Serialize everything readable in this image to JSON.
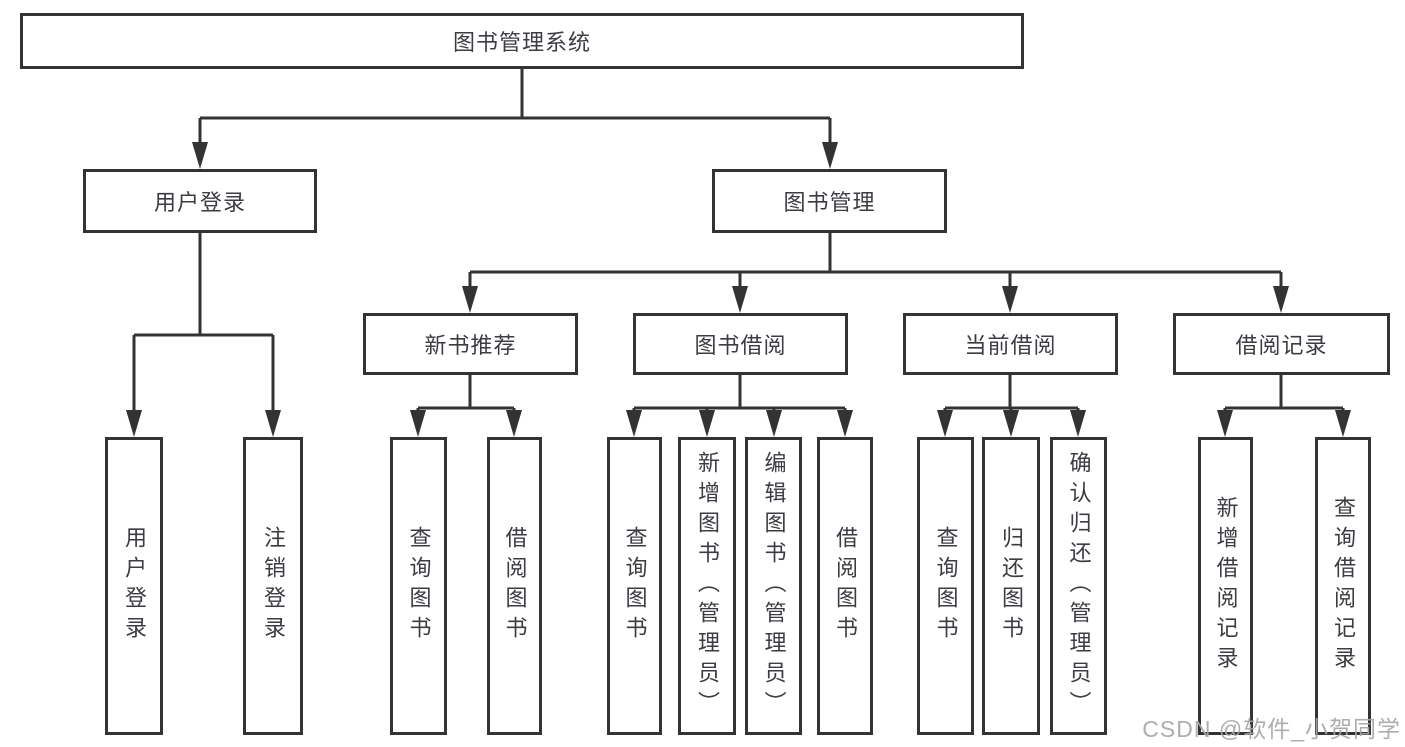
{
  "diagram": {
    "title": "图书管理系统",
    "level2": {
      "user_login": "用户登录",
      "book_management": "图书管理"
    },
    "level3": {
      "new_book_recommend": "新书推荐",
      "book_borrow": "图书借阅",
      "current_borrow": "当前借阅",
      "borrow_records": "借阅记录"
    },
    "leaves": {
      "user_login": "用户登录",
      "logout": "注销登录",
      "recommend_query_books": "查询图书",
      "recommend_borrow_books": "借阅图书",
      "borrow_query_books": "查询图书",
      "borrow_add_books": "新增图书（管理员）",
      "borrow_edit_books": "编辑图书（管理员）",
      "borrow_borrow_books": "借阅图书",
      "current_query_books": "查询图书",
      "current_return_books": "归还图书",
      "current_confirm_return": "确认归还（管理员）",
      "records_add_record": "新增借阅记录",
      "records_query_record": "查询借阅记录"
    }
  },
  "watermark": "CSDN @软件_小贺同学",
  "colors": {
    "line": "#333333",
    "text": "#3c3c42",
    "watermark": "#a7a7a7",
    "background": "#ffffff"
  }
}
